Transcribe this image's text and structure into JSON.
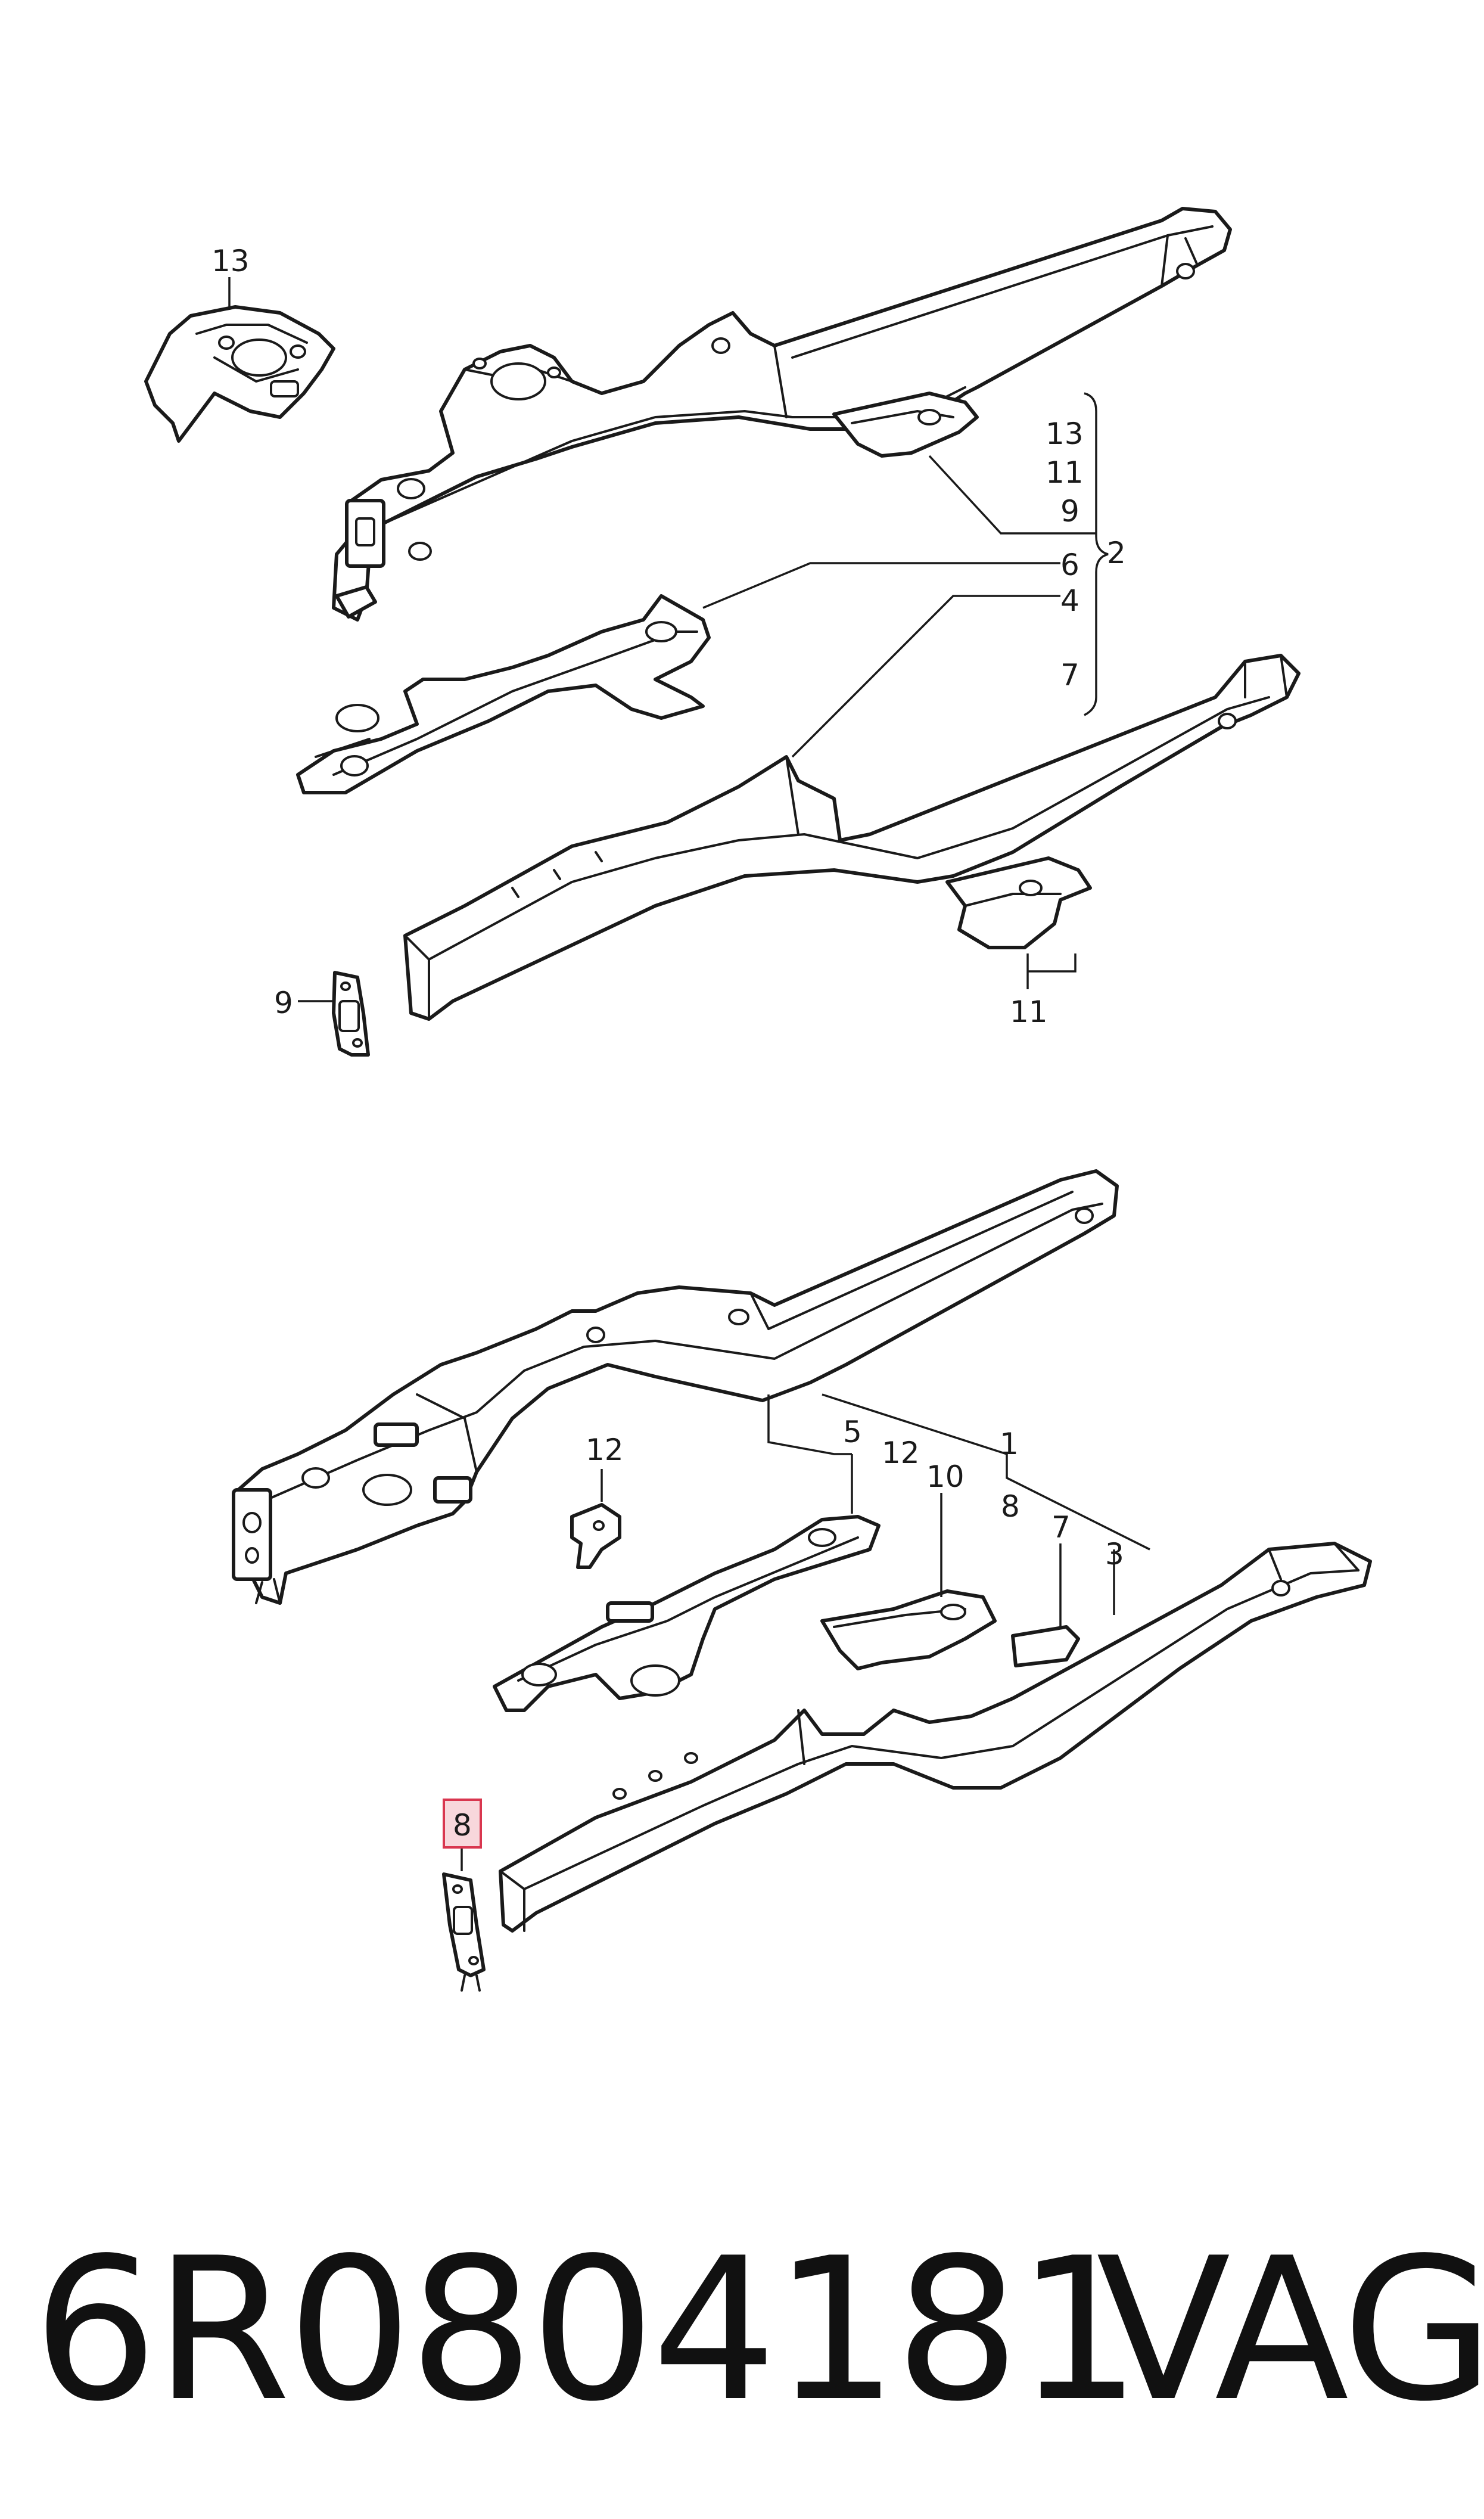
{
  "diagram": {
    "top_callouts": [
      "13",
      "13",
      "11",
      "9",
      "6",
      "4",
      "7",
      "2",
      "9",
      "11"
    ],
    "bottom_callouts": [
      "12",
      "5",
      "12",
      "10",
      "1",
      "8",
      "7",
      "3",
      "8"
    ],
    "highlight": {
      "label": "8",
      "color": "#d9364f",
      "fill": "#f8d7dc"
    }
  },
  "footer": {
    "part_number": "6R0804181",
    "brand": "VAG"
  }
}
